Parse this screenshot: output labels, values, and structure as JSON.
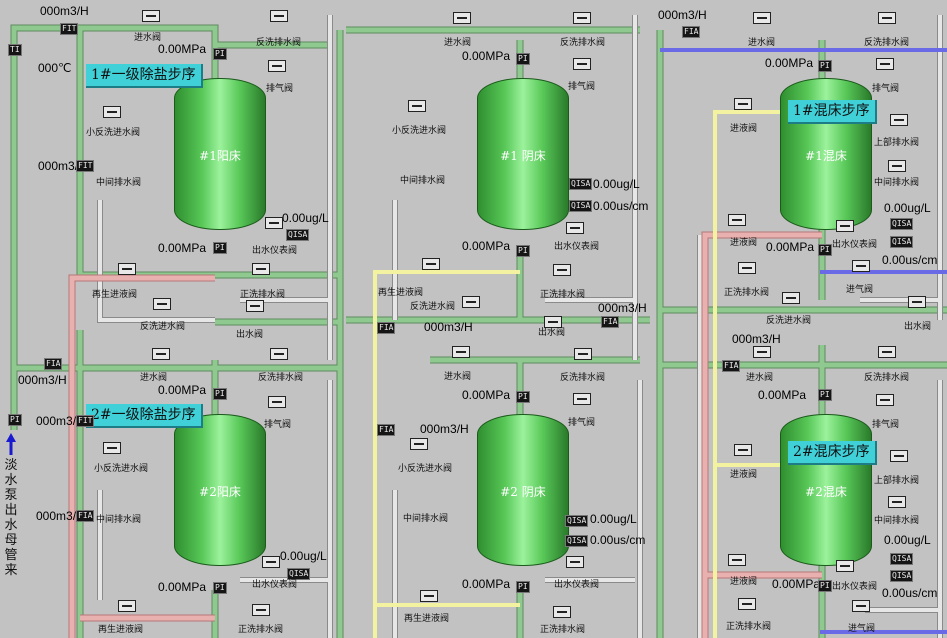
{
  "units": {
    "flow": "000m3/H",
    "pressure": "0.00MPa",
    "temp": "000℃",
    "conc": "0.00ug/L",
    "cond": "0.00us/cm"
  },
  "steps": {
    "cation1": "1#一级除盐步序",
    "cation2": "2#一级除盐步序",
    "mixed1": "1#混床步序",
    "mixed2": "2#混床步序"
  },
  "tanks": {
    "cation1": "#1阳床",
    "cation2": "#2阳床",
    "anion1": "#1 阴床",
    "anion2": "#2 阴床",
    "mixed1": "#1混床",
    "mixed2": "#2混床"
  },
  "tags": {
    "fit": "FIT",
    "fia": "FIA",
    "pi": "PI",
    "ti": "TI",
    "qisa": "QISA"
  },
  "valves": {
    "inlet": "进水阀",
    "backwash_out": "反洗排水阀",
    "vent": "排气阀",
    "small_backwash_in": "小反洗进水阀",
    "mid_drain": "中间排水阀",
    "meter": "出水仪表阀",
    "regen_in": "再生进液阀",
    "forward_drain": "正洗排水阀",
    "backwash_in": "反洗进水阀",
    "outlet": "出水阀",
    "upper_drain": "上部排水阀",
    "gas_in": "进气阀",
    "liquid_in": "进液阀",
    "fwd_drain_short": "正洗排水阀"
  },
  "side_label": "淡水泵出水母管来",
  "values_misc": {
    "flow_top": "000m3/H",
    "temp_top": "000℃"
  }
}
